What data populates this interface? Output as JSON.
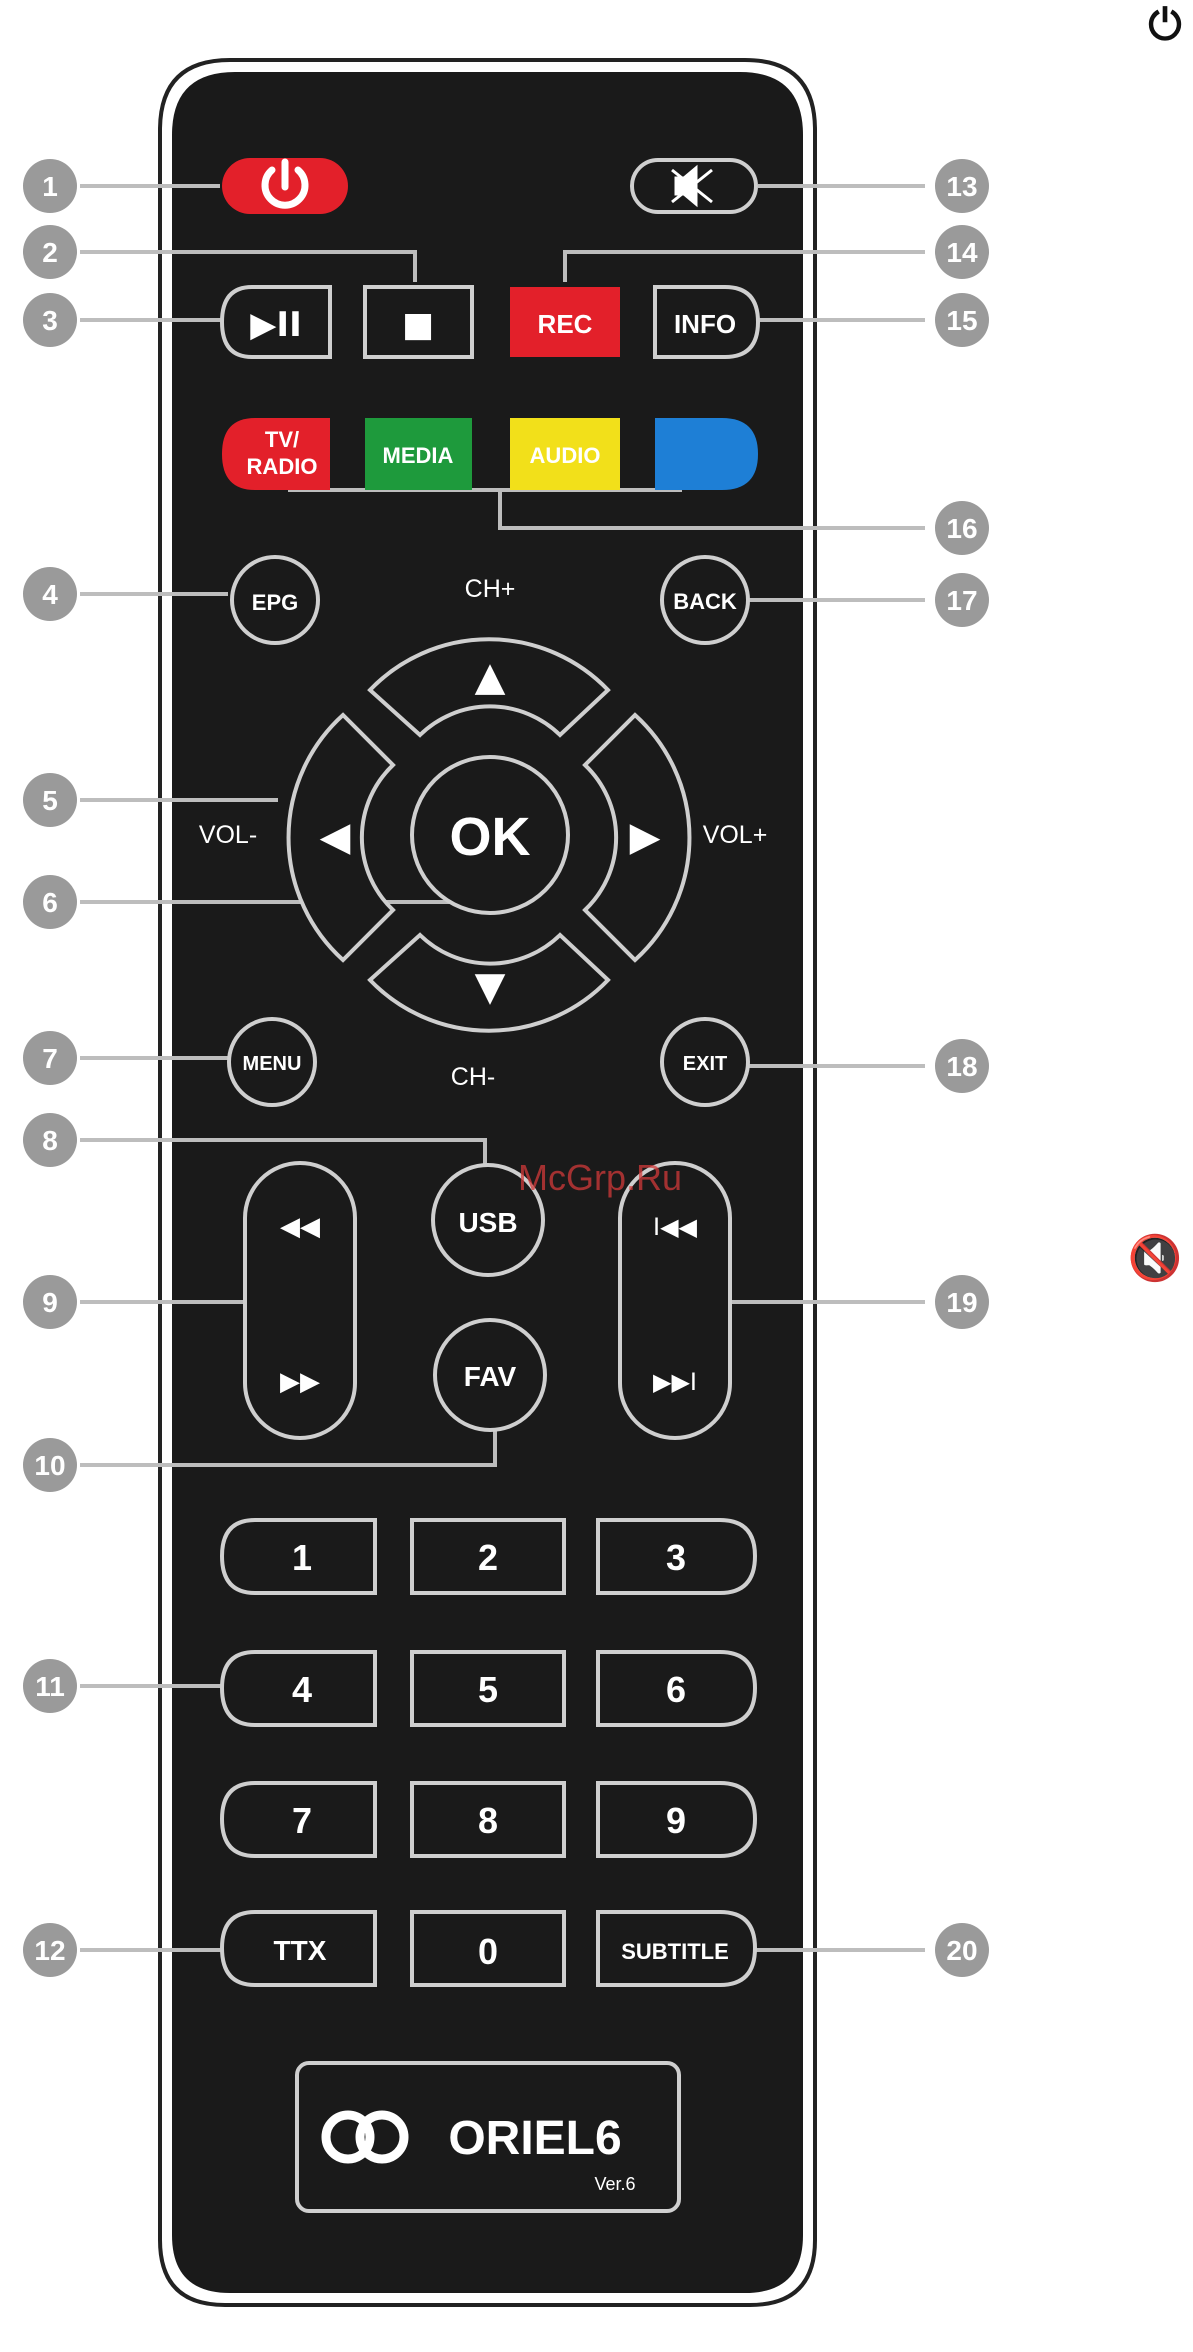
{
  "remote": {
    "buttons": {
      "power_icon": "power-icon",
      "mute_icon": "mute-icon",
      "play_pause": "▶II",
      "stop": "■",
      "rec": "REC",
      "info": "INFO",
      "tv_radio_line1": "TV/",
      "tv_radio_line2": "RADIO",
      "media": "MEDIA",
      "audio": "AUDIO",
      "epg": "EPG",
      "back": "BACK",
      "up": "▲",
      "down": "▼",
      "left": "◀",
      "right": "▶",
      "ok": "OK",
      "menu": "MENU",
      "exit": "EXIT",
      "usb": "USB",
      "fav": "FAV",
      "rewind": "◀◀",
      "forward": "▶▶",
      "prev": "I◀◀",
      "next": "▶▶I",
      "digits": [
        "1",
        "2",
        "3",
        "4",
        "5",
        "6",
        "7",
        "8",
        "9"
      ],
      "ttx": "TTX",
      "zero": "0",
      "subtitle": "SUBTITLE"
    },
    "labels": {
      "ch_plus": "CH+",
      "ch_minus": "CH-",
      "vol_minus": "VOL-",
      "vol_plus": "VOL+"
    },
    "logo": {
      "text": "ORIEL6",
      "version": "Ver.6"
    },
    "colors": {
      "red": "#e3202a",
      "green": "#1e9a3c",
      "yellow": "#f2e01a",
      "blue": "#1e7fd6",
      "body": "#1a1a1a"
    }
  },
  "callouts": [
    "1",
    "2",
    "3",
    "4",
    "5",
    "6",
    "7",
    "8",
    "9",
    "10",
    "11",
    "12",
    "13",
    "14",
    "15",
    "16",
    "17",
    "18",
    "19",
    "20"
  ],
  "watermark": "McGrp.Ru",
  "side_icons": {
    "power": "⏻",
    "mute": "🔇"
  }
}
